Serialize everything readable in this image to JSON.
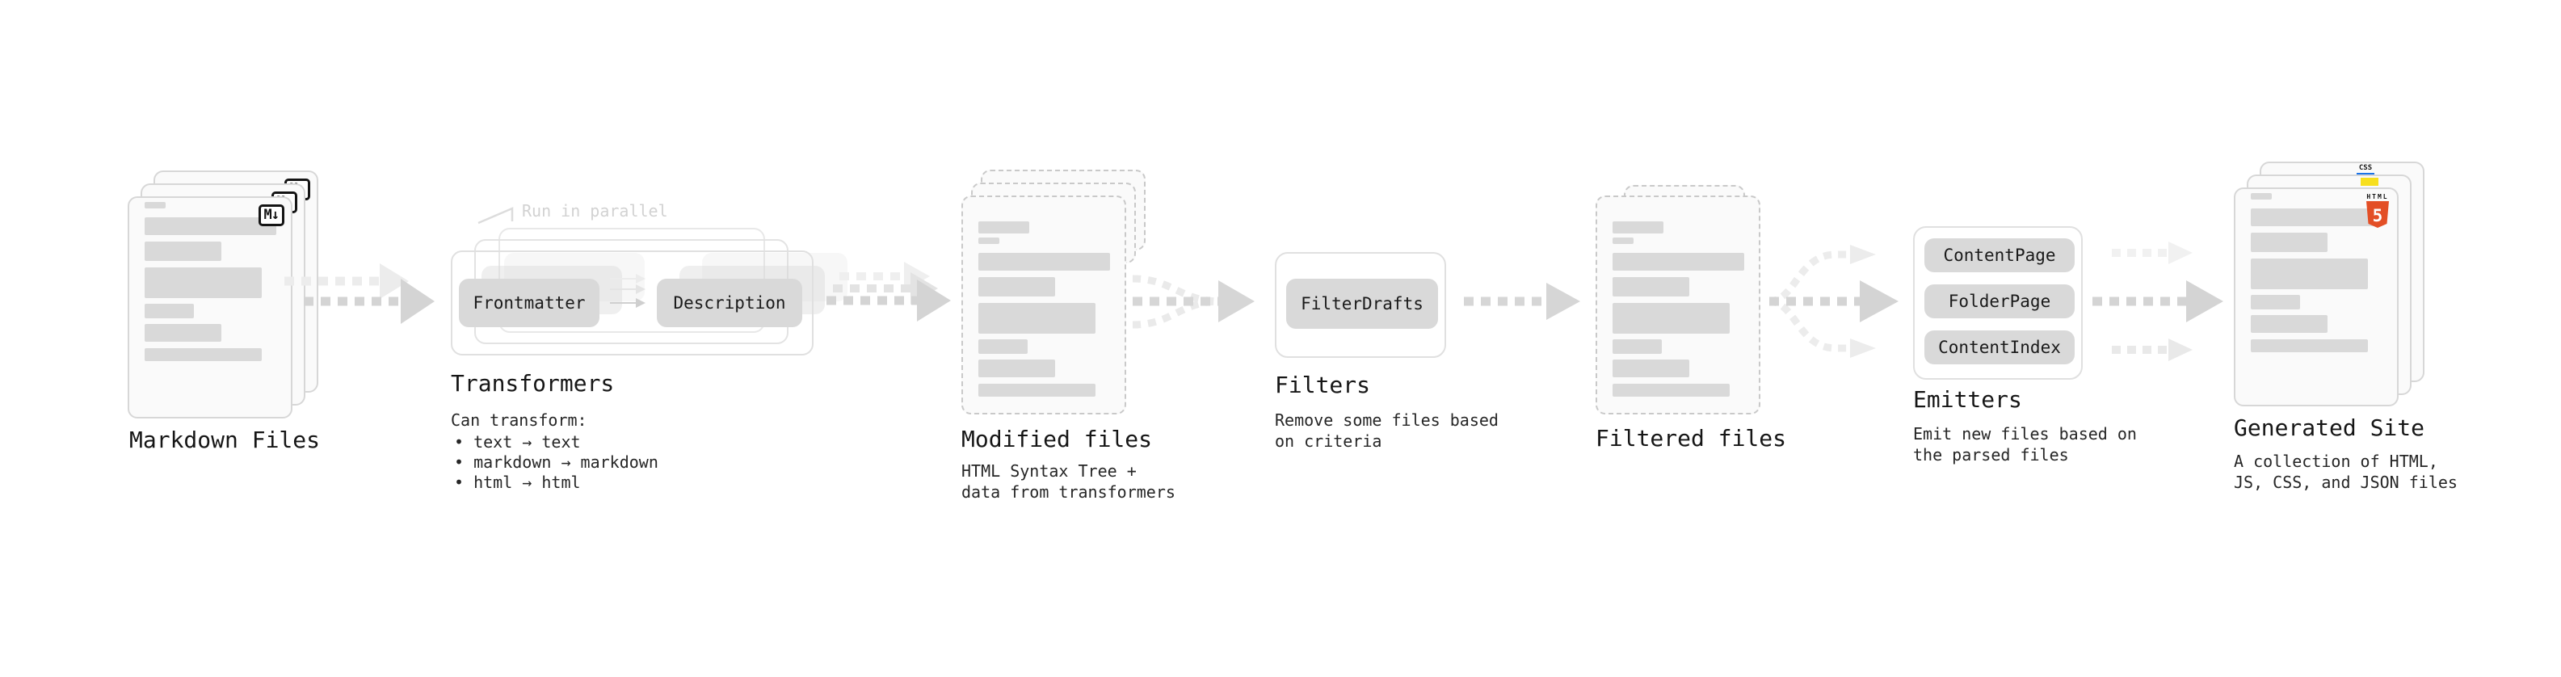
{
  "stages": {
    "markdown_files": {
      "title": "Markdown Files",
      "icon_label": "M↓"
    },
    "transformers": {
      "title": "Transformers",
      "annotation": "Run in parallel",
      "transformer_1": "Frontmatter",
      "transformer_2": "Description",
      "note_heading": "Can transform:",
      "note_items": [
        "text → text",
        "markdown → markdown",
        "html → html"
      ]
    },
    "modified_files": {
      "title": "Modified files",
      "description": "HTML Syntax Tree +\ndata from transformers"
    },
    "filters": {
      "title": "Filters",
      "filter_1": "FilterDrafts",
      "description": "Remove some files based\non criteria"
    },
    "filtered_files": {
      "title": "Filtered files"
    },
    "emitters": {
      "title": "Emitters",
      "emitter_1": "ContentPage",
      "emitter_2": "FolderPage",
      "emitter_3": "ContentIndex",
      "description": "Emit new files based on\nthe parsed files"
    },
    "generated_site": {
      "title": "Generated Site",
      "description": "A collection of HTML,\nJS, CSS, and JSON files",
      "css_icon_label": "CSS",
      "html_icon_label": "HTML",
      "html5_badge": "5"
    }
  },
  "colors": {
    "card_background": "#fafafa",
    "card_border": "#d7d7d7",
    "placeholder_bar": "#d9d9d9",
    "pill_background": "#d9d9d9",
    "arrow_dark": "#d4d4d4",
    "arrow_light": "#ececec",
    "annotation_gray": "#d2d2d2",
    "text_dark": "#161616",
    "html5_orange": "#e34f26",
    "js_yellow": "#f7df1e",
    "css_blue": "#1a73e8"
  }
}
